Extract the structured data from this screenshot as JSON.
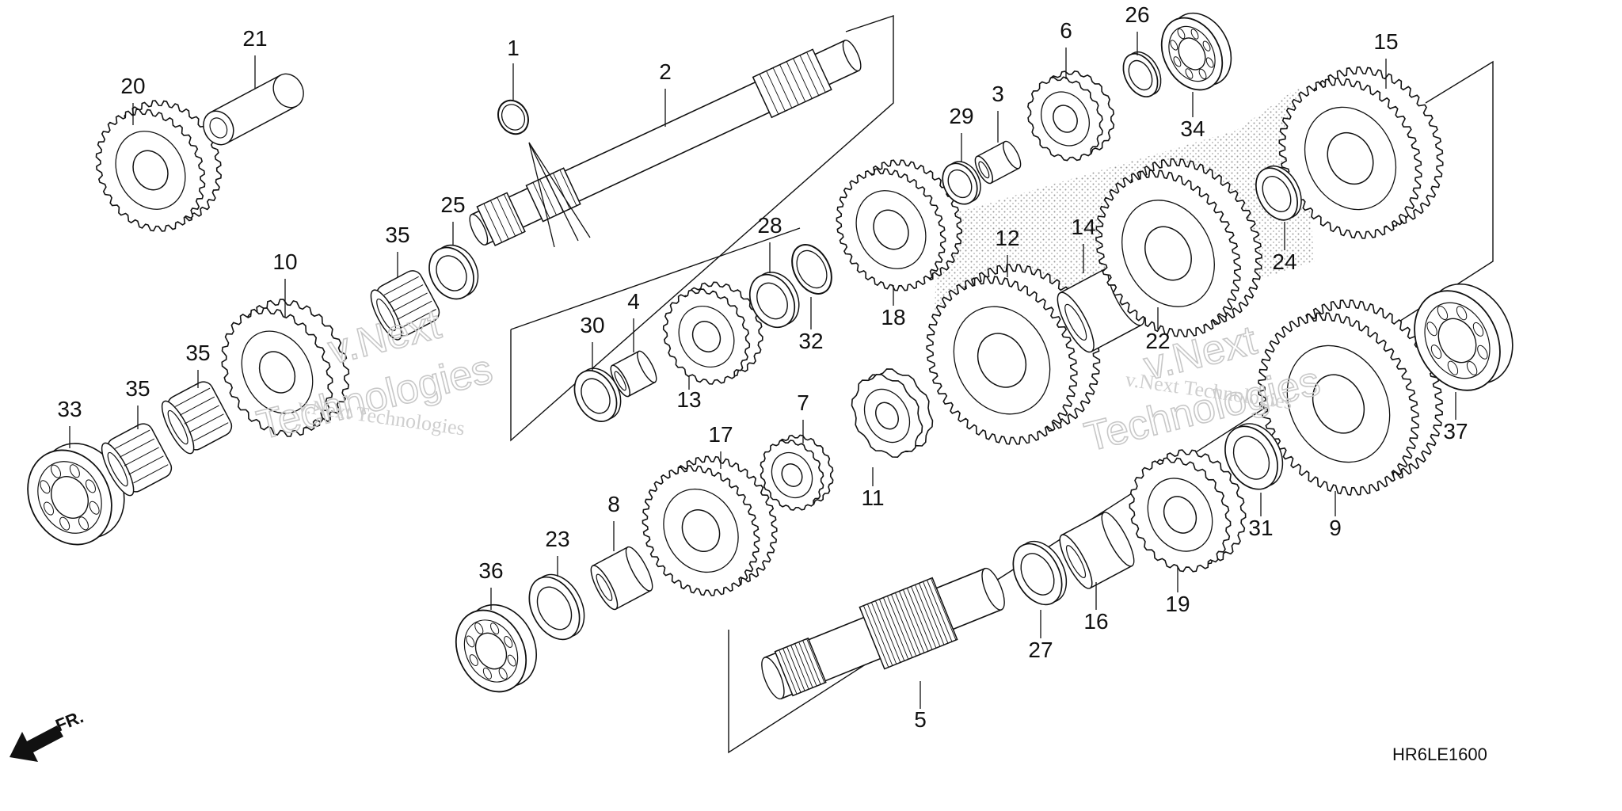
{
  "diagram": {
    "doc_code": "HR6LE1600",
    "direction_label": "FR.",
    "watermark": {
      "line1": "v.Next",
      "line2": "Technologies",
      "caption": "v.Next Technologies"
    }
  },
  "parts": [
    {
      "no": "1",
      "kind": "circlip"
    },
    {
      "no": "2",
      "kind": "mainshaft"
    },
    {
      "no": "3",
      "kind": "collar"
    },
    {
      "no": "4",
      "kind": "collar"
    },
    {
      "no": "5",
      "kind": "countershaft"
    },
    {
      "no": "6",
      "kind": "gear"
    },
    {
      "no": "7",
      "kind": "gear"
    },
    {
      "no": "8",
      "kind": "collar"
    },
    {
      "no": "9",
      "kind": "gear"
    },
    {
      "no": "10",
      "kind": "gear"
    },
    {
      "no": "11",
      "kind": "gear"
    },
    {
      "no": "12",
      "kind": "gear"
    },
    {
      "no": "13",
      "kind": "gear"
    },
    {
      "no": "14",
      "kind": "collar"
    },
    {
      "no": "15",
      "kind": "gear"
    },
    {
      "no": "16",
      "kind": "collar"
    },
    {
      "no": "17",
      "kind": "gear"
    },
    {
      "no": "18",
      "kind": "gear"
    },
    {
      "no": "19",
      "kind": "gear"
    },
    {
      "no": "20",
      "kind": "gear"
    },
    {
      "no": "21",
      "kind": "shaft"
    },
    {
      "no": "22",
      "kind": "gear"
    },
    {
      "no": "23",
      "kind": "washer"
    },
    {
      "no": "24",
      "kind": "washer"
    },
    {
      "no": "25",
      "kind": "washer"
    },
    {
      "no": "26",
      "kind": "washer"
    },
    {
      "no": "27",
      "kind": "washer"
    },
    {
      "no": "28",
      "kind": "washer"
    },
    {
      "no": "29",
      "kind": "washer"
    },
    {
      "no": "30",
      "kind": "washer"
    },
    {
      "no": "31",
      "kind": "washer"
    },
    {
      "no": "32",
      "kind": "circlip"
    },
    {
      "no": "33",
      "kind": "bearing"
    },
    {
      "no": "34",
      "kind": "bearing"
    },
    {
      "no": "35",
      "kind": "needle-bearing"
    },
    {
      "no": "35",
      "kind": "needle-bearing"
    },
    {
      "no": "35",
      "kind": "needle-bearing"
    },
    {
      "no": "36",
      "kind": "bearing"
    },
    {
      "no": "37",
      "kind": "bearing"
    }
  ]
}
